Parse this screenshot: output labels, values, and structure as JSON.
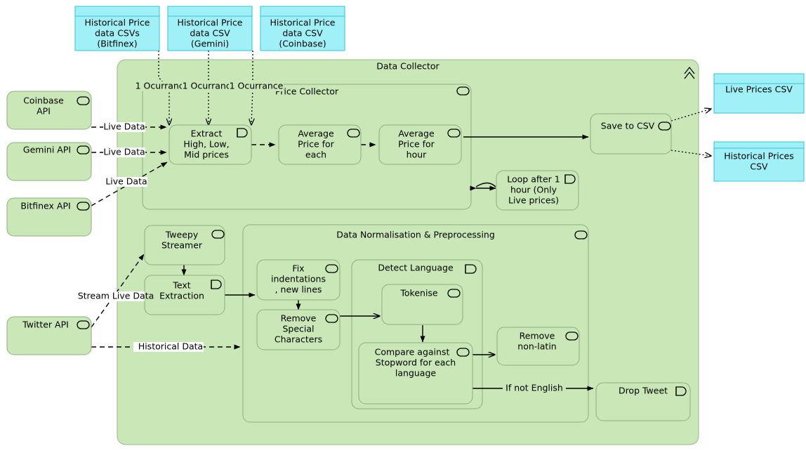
{
  "diagram": {
    "title": "Data Collector",
    "colors": {
      "component_fill": "#c9e7b7",
      "component_stroke": "#8fae7c",
      "artifact_fill": "#9ff0f7",
      "artifact_stroke": "#36c4d4",
      "line": "#000000"
    }
  },
  "artifacts_top": [
    {
      "id": "csv-bitfinex",
      "label": "Historical Price\ndata CSVs\n(Bitfinex)",
      "lines": [
        "Historical Price",
        "data CSVs",
        "(Bitfinex)"
      ]
    },
    {
      "id": "csv-gemini",
      "label": "Historical Price\ndata CSV\n(Gemini)",
      "lines": [
        "Historical Price",
        "data CSV",
        "(Gemini)"
      ]
    },
    {
      "id": "csv-coinbase",
      "label": "Historical Price\ndata CSV\n(Coinbase)",
      "lines": [
        "Historical Price",
        "data CSV",
        "(Coinbase)"
      ]
    }
  ],
  "artifacts_right": [
    {
      "id": "live-prices-csv",
      "label": "Live Prices CSV",
      "lines": [
        "Live Prices CSV"
      ]
    },
    {
      "id": "historical-prices-csv",
      "label": "Historical Prices CSV",
      "lines": [
        "Historical Prices",
        "CSV"
      ]
    }
  ],
  "external_apis": [
    {
      "id": "coinbase-api",
      "lines": [
        "Coinbase",
        "API"
      ],
      "icon": "function-icon"
    },
    {
      "id": "gemini-api",
      "lines": [
        "Gemini API"
      ],
      "icon": "function-icon"
    },
    {
      "id": "bitfinex-api",
      "lines": [
        "Bitfinex API"
      ],
      "icon": "function-icon"
    },
    {
      "id": "twitter-api",
      "lines": [
        "Twitter API"
      ],
      "icon": "function-icon"
    }
  ],
  "groups": {
    "data_collector": {
      "title": "Data Collector",
      "icon": "double-chevron-up-icon"
    },
    "price_collector": {
      "title": "Price Collector",
      "icon": "function-icon"
    },
    "data_normalisation": {
      "title": "Data Normalisation & Preprocessing",
      "icon": "function-icon"
    },
    "detect_language": {
      "title": "Detect Language",
      "icon": "process-icon"
    }
  },
  "nodes": [
    {
      "id": "extract",
      "lines": [
        "Extract",
        "High, Low,",
        "Mid prices"
      ],
      "icon": "process-icon"
    },
    {
      "id": "average-price-each",
      "lines": [
        "Average",
        "Price for",
        "each"
      ],
      "icon": "function-icon"
    },
    {
      "id": "average-price-hour",
      "lines": [
        "Average",
        "Price for",
        "hour"
      ],
      "icon": "function-icon"
    },
    {
      "id": "save-to-csv",
      "lines": [
        "Save to CSV"
      ],
      "icon": "function-icon"
    },
    {
      "id": "loop-after-hour",
      "lines": [
        "Loop after 1",
        "hour (Only",
        "Live prices)"
      ],
      "icon": "process-icon"
    },
    {
      "id": "tweepy-streamer",
      "lines": [
        "Tweepy",
        "Streamer"
      ],
      "icon": "function-icon"
    },
    {
      "id": "text-extraction",
      "lines": [
        "Text",
        "Extraction"
      ],
      "icon": "process-icon"
    },
    {
      "id": "fix-indentations",
      "lines": [
        "Fix",
        "indentations",
        ", new lines"
      ],
      "icon": "function-icon"
    },
    {
      "id": "remove-special-characters",
      "lines": [
        "Remove",
        "Special",
        "Characters"
      ],
      "icon": "function-icon"
    },
    {
      "id": "tokenise",
      "lines": [
        "Tokenise"
      ],
      "icon": "function-icon"
    },
    {
      "id": "compare-stopword",
      "lines": [
        "Compare against",
        "Stopword for each",
        "language"
      ],
      "icon": "function-icon"
    },
    {
      "id": "remove-non-latin",
      "lines": [
        "Remove",
        "non-latin"
      ],
      "icon": "function-icon"
    },
    {
      "id": "drop-tweet",
      "lines": [
        "Drop Tweet"
      ],
      "icon": "process-icon"
    }
  ],
  "edge_labels": [
    {
      "id": "occurrance-1",
      "text": "1 Ocurrance"
    },
    {
      "id": "occurrance-2",
      "text": "1 Ocurrance"
    },
    {
      "id": "occurrance-3",
      "text": "1 Ocurrance"
    },
    {
      "id": "live-data-coinbase",
      "text": "Live Data"
    },
    {
      "id": "live-data-gemini",
      "text": "Live Data"
    },
    {
      "id": "live-data-bitfinex",
      "text": "Live Data"
    },
    {
      "id": "stream-live-data",
      "text": "Stream Live Data"
    },
    {
      "id": "historical-data",
      "text": "Historical Data"
    },
    {
      "id": "if-not-english",
      "text": "If not English"
    }
  ]
}
